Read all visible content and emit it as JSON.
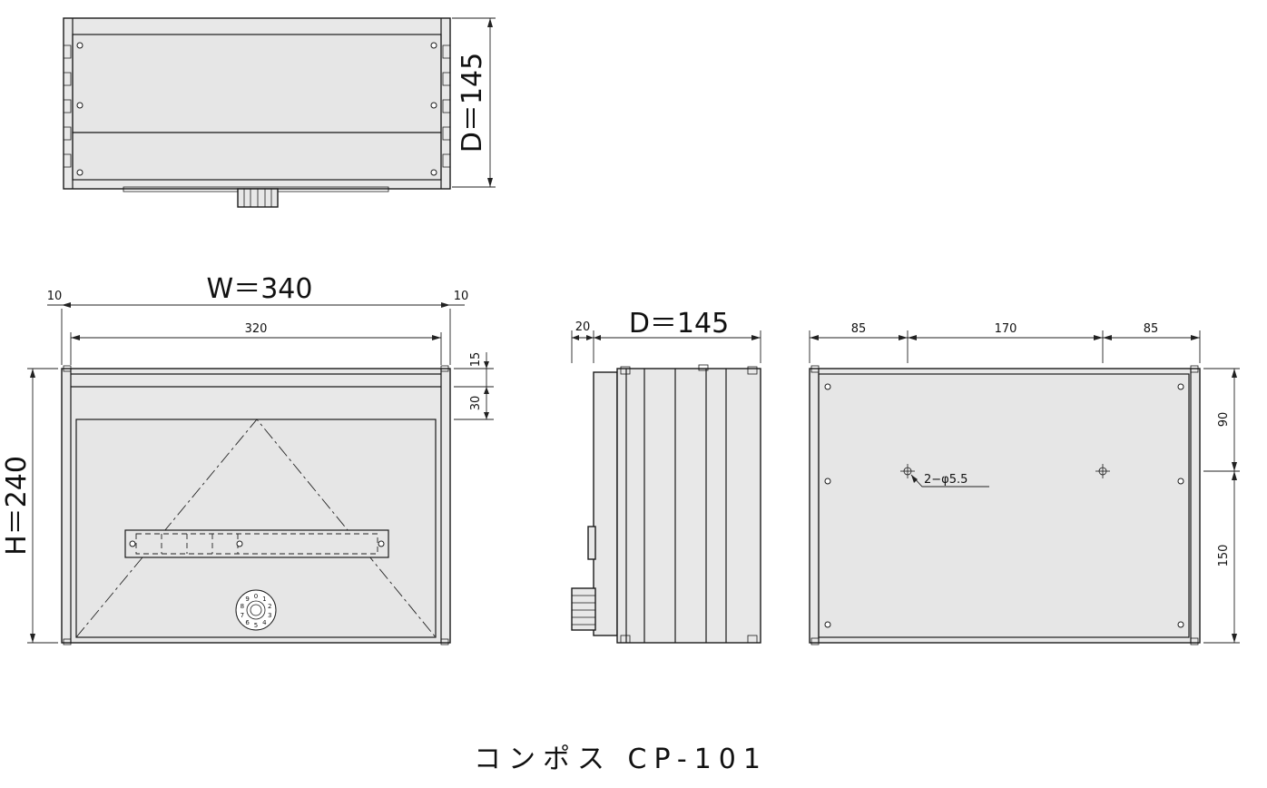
{
  "title": "コンポス CP-101",
  "dimensions": {
    "top_depth": "D＝145",
    "front_width": "W＝340",
    "front_left_margin": "10",
    "front_right_margin": "10",
    "front_inner_width": "320",
    "front_right_15": "15",
    "front_right_30": "30",
    "front_height": "H＝240",
    "side_20": "20",
    "side_depth": "D＝145",
    "back_85_left": "85",
    "back_170": "170",
    "back_85_right": "85",
    "back_90": "90",
    "back_150": "150",
    "hole_note": "2−φ5.5"
  },
  "dial_digits": [
    "0",
    "1",
    "2",
    "3",
    "4",
    "5",
    "6",
    "7",
    "8",
    "9"
  ]
}
